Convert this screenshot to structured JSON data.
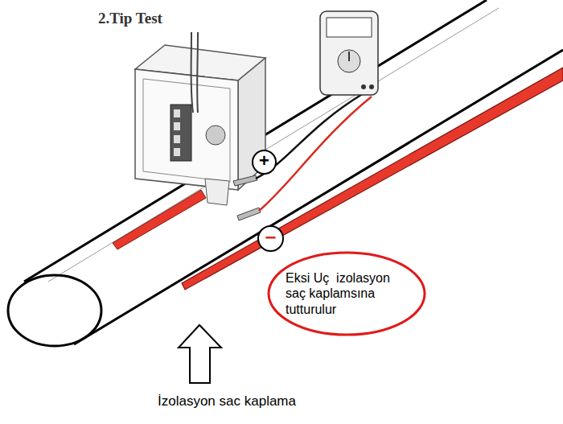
{
  "diagram": {
    "title": "2.Tip Test",
    "nodes": [
      {
        "text": [
          "+"
        ]
      },
      {
        "text": [
          "−"
        ]
      },
      {
        "text": [
          "Eksi Uç  izolasyon saç kaplamsına tutturulur"
        ]
      }
    ],
    "labels": [
      "İzolasyon sac kaplama"
    ]
  }
}
